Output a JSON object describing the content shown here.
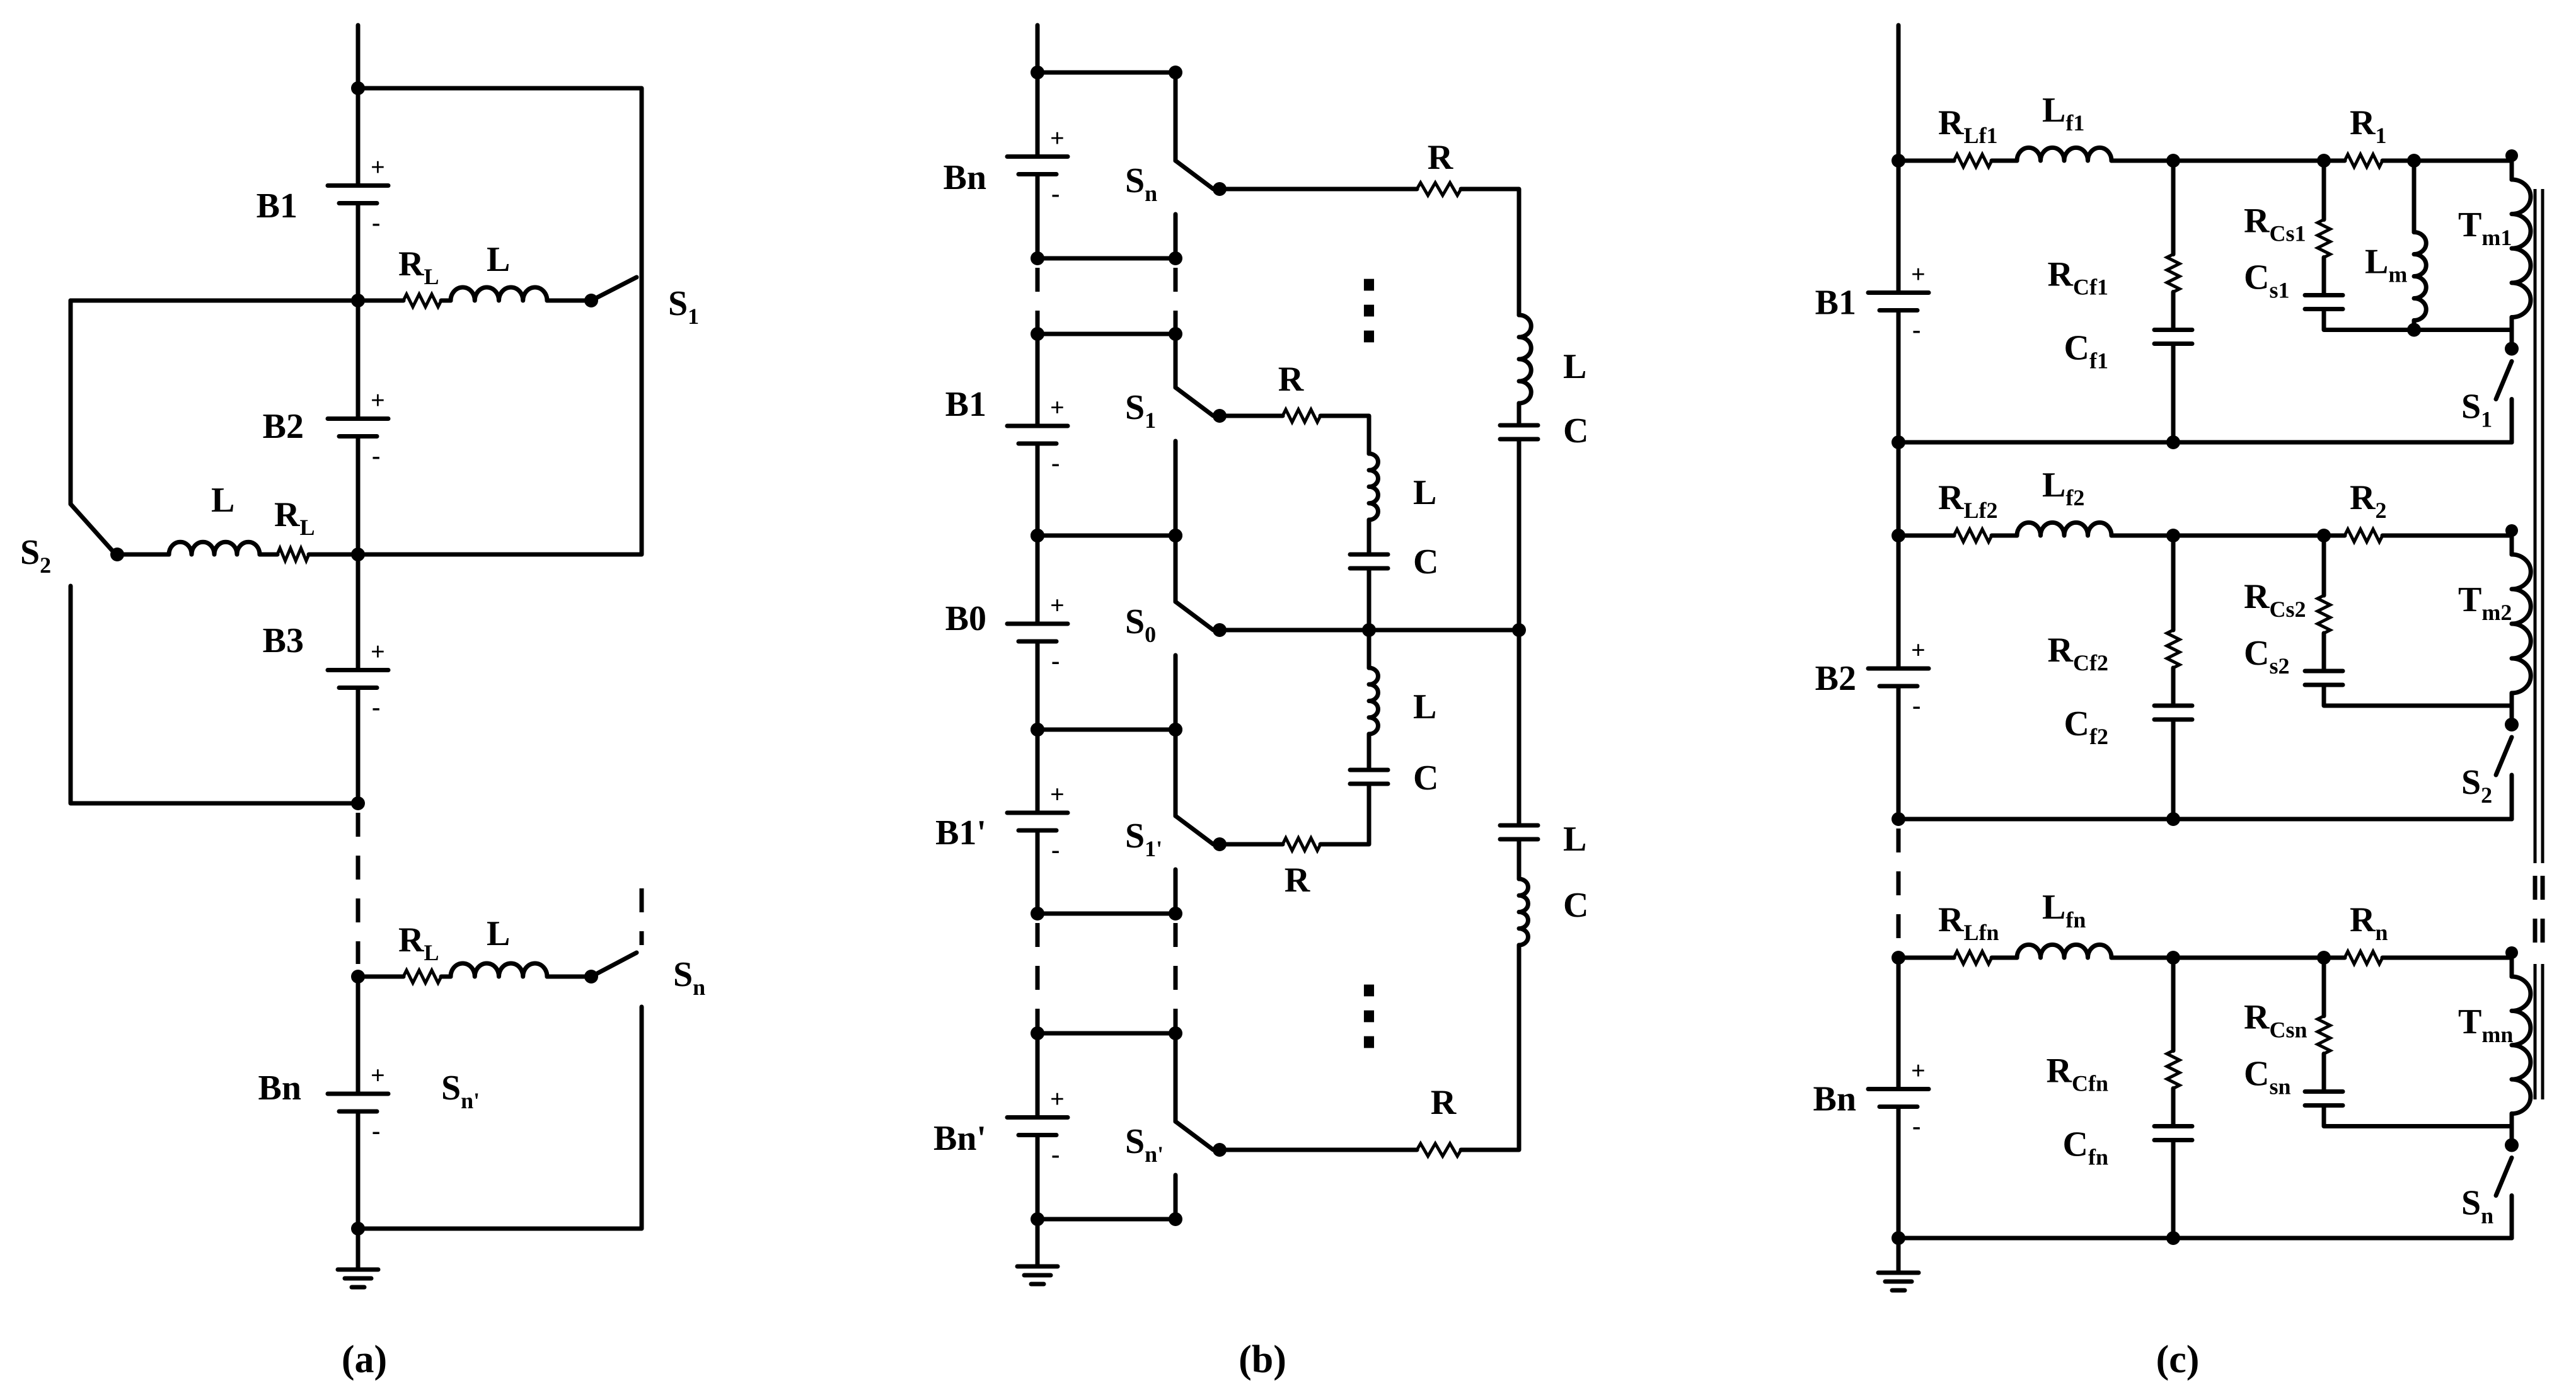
{
  "panels": {
    "a": {
      "caption": "(a)",
      "batteries": [
        "B1",
        "B2",
        "B3",
        "Bn"
      ],
      "switches": [
        {
          "base": "S",
          "sub": "1"
        },
        {
          "base": "S",
          "sub": "2"
        },
        {
          "base": "S",
          "sub": "n"
        },
        {
          "base": "S",
          "sub": "n'"
        }
      ],
      "resistor": {
        "base": "R",
        "sub": "L"
      },
      "inductor": "L"
    },
    "b": {
      "caption": "(b)",
      "batteries": [
        "Bn",
        "B1",
        "B0",
        "B1'",
        "Bn'"
      ],
      "switches": [
        {
          "base": "S",
          "sub": "n"
        },
        {
          "base": "S",
          "sub": "1"
        },
        {
          "base": "S",
          "sub": "0"
        },
        {
          "base": "S",
          "sub": "1'"
        },
        {
          "base": "S",
          "sub": "n'"
        }
      ],
      "resistor": "R",
      "inductor": "L",
      "capacitor": "C",
      "ellipsis": "⋮"
    },
    "c": {
      "caption": "(c)",
      "batteries": [
        "B1",
        "B2",
        "Bn"
      ],
      "cells": [
        {
          "rl": "Lf1",
          "lf": "f1",
          "rc": "Cf1",
          "cf": "f1",
          "r": "1",
          "rcs": "Cs1",
          "cs": "s1",
          "tm": "m1",
          "s": "1",
          "lm": "m"
        },
        {
          "rl": "Lf2",
          "lf": "f2",
          "rc": "Cf2",
          "cf": "f2",
          "r": "2",
          "rcs": "Cs2",
          "cs": "s2",
          "tm": "m2",
          "s": "2"
        },
        {
          "rl": "Lfn",
          "lf": "fn",
          "rc": "Cfn",
          "cf": "fn",
          "r": "n",
          "rcs": "Csn",
          "cs": "sn",
          "tm": "mn",
          "s": "n"
        }
      ],
      "base": {
        "R": "R",
        "L": "L",
        "C": "C",
        "T": "T",
        "S": "S"
      }
    },
    "signs": {
      "plus": "+",
      "minus": "-"
    }
  }
}
